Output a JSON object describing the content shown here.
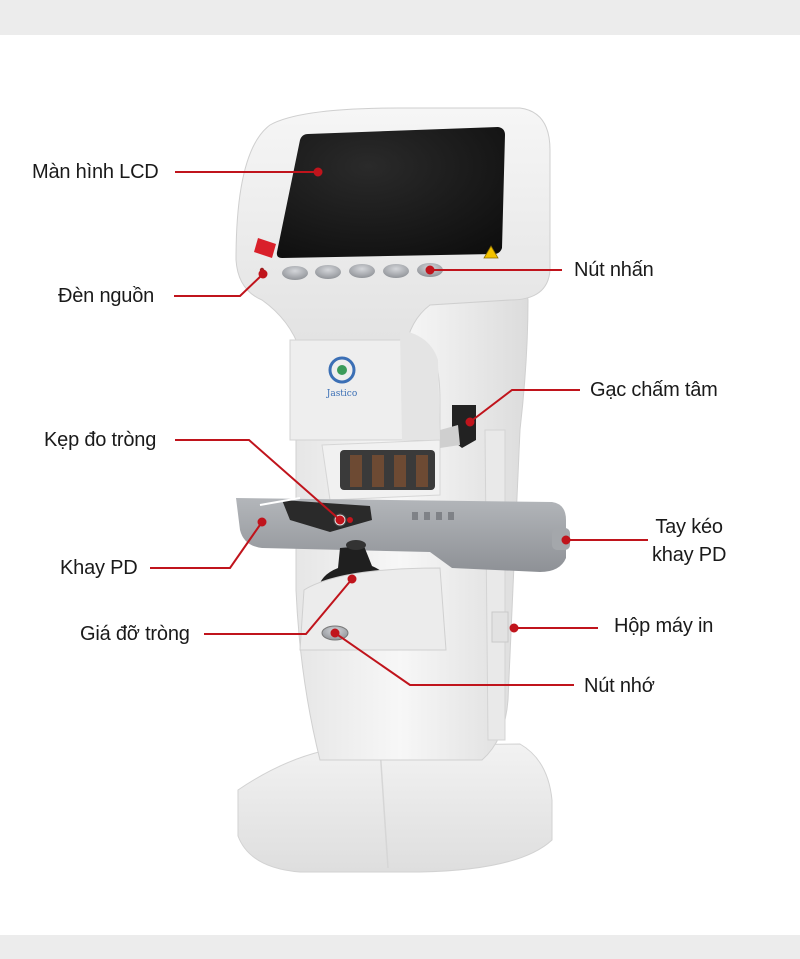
{
  "labels": {
    "lcd_screen": "Màn hình LCD",
    "power_light": "Đèn nguồn",
    "lens_clamp": "Kẹp đo tròng",
    "pd_tray": "Khay PD",
    "lens_holder": "Giá đỡ tròng",
    "push_buttons": "Nút nhấn",
    "marking_lever": "Gạc chấm tâm",
    "pd_tray_handle_line1": "Tay kéo",
    "pd_tray_handle_line2": "khay PD",
    "printer_box": "Hộp máy in",
    "memory_button": "Nút nhớ"
  },
  "brand": {
    "logo_text": "Jastico"
  },
  "colors": {
    "leader_line": "#c0141c",
    "device_body": "#eeeeee",
    "screen": "#1a1a1a",
    "tray": "#9c9fa4"
  }
}
